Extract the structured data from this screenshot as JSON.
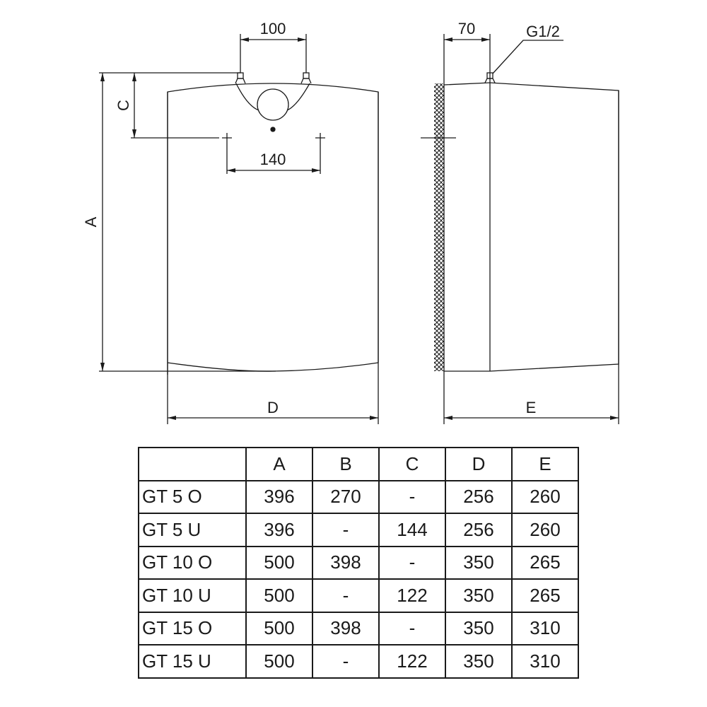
{
  "drawing": {
    "dimensions": {
      "inlet_spacing": "100",
      "mount_spacing": "140",
      "wall_offset": "70",
      "thread": "G1/2",
      "label_a": "A",
      "label_c": "C",
      "label_d": "D",
      "label_e": "E"
    }
  },
  "table": {
    "headers": [
      "",
      "A",
      "B",
      "C",
      "D",
      "E"
    ],
    "rows": [
      [
        "GT 5 O",
        "396",
        "270",
        "-",
        "256",
        "260"
      ],
      [
        "GT 5 U",
        "396",
        "-",
        "144",
        "256",
        "260"
      ],
      [
        "GT 10 O",
        "500",
        "398",
        "-",
        "350",
        "265"
      ],
      [
        "GT 10 U",
        "500",
        "-",
        "122",
        "350",
        "265"
      ],
      [
        "GT 15 O",
        "500",
        "398",
        "-",
        "350",
        "310"
      ],
      [
        "GT 15 U",
        "500",
        "-",
        "122",
        "350",
        "310"
      ]
    ]
  }
}
